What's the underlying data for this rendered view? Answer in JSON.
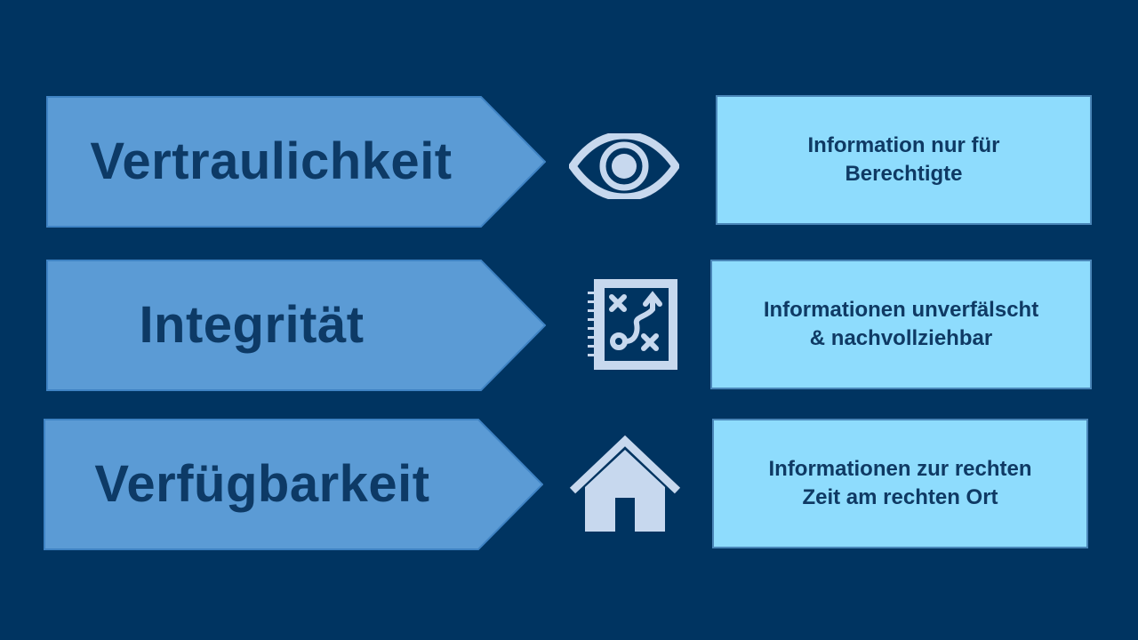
{
  "rows": [
    {
      "title": "Vertraulichkeit",
      "icon": "eye-icon",
      "description_line1": "Information nur für",
      "description_line2": "Berechtigte"
    },
    {
      "title": "Integrität",
      "icon": "strategy-plan-icon",
      "description_line1": "Informationen unverfälscht",
      "description_line2": "& nachvollziehbar"
    },
    {
      "title": "Verfügbarkeit",
      "icon": "house-icon",
      "description_line1": "Informationen zur rechten",
      "description_line2": "Zeit am rechten Ort"
    }
  ],
  "colors": {
    "background": "#003461",
    "arrow_fill": "#5b9bd5",
    "arrow_text": "#0d3a66",
    "box_fill": "#8edcfd",
    "box_text": "#0f3a64",
    "icon_color": "#c7d8ee"
  }
}
